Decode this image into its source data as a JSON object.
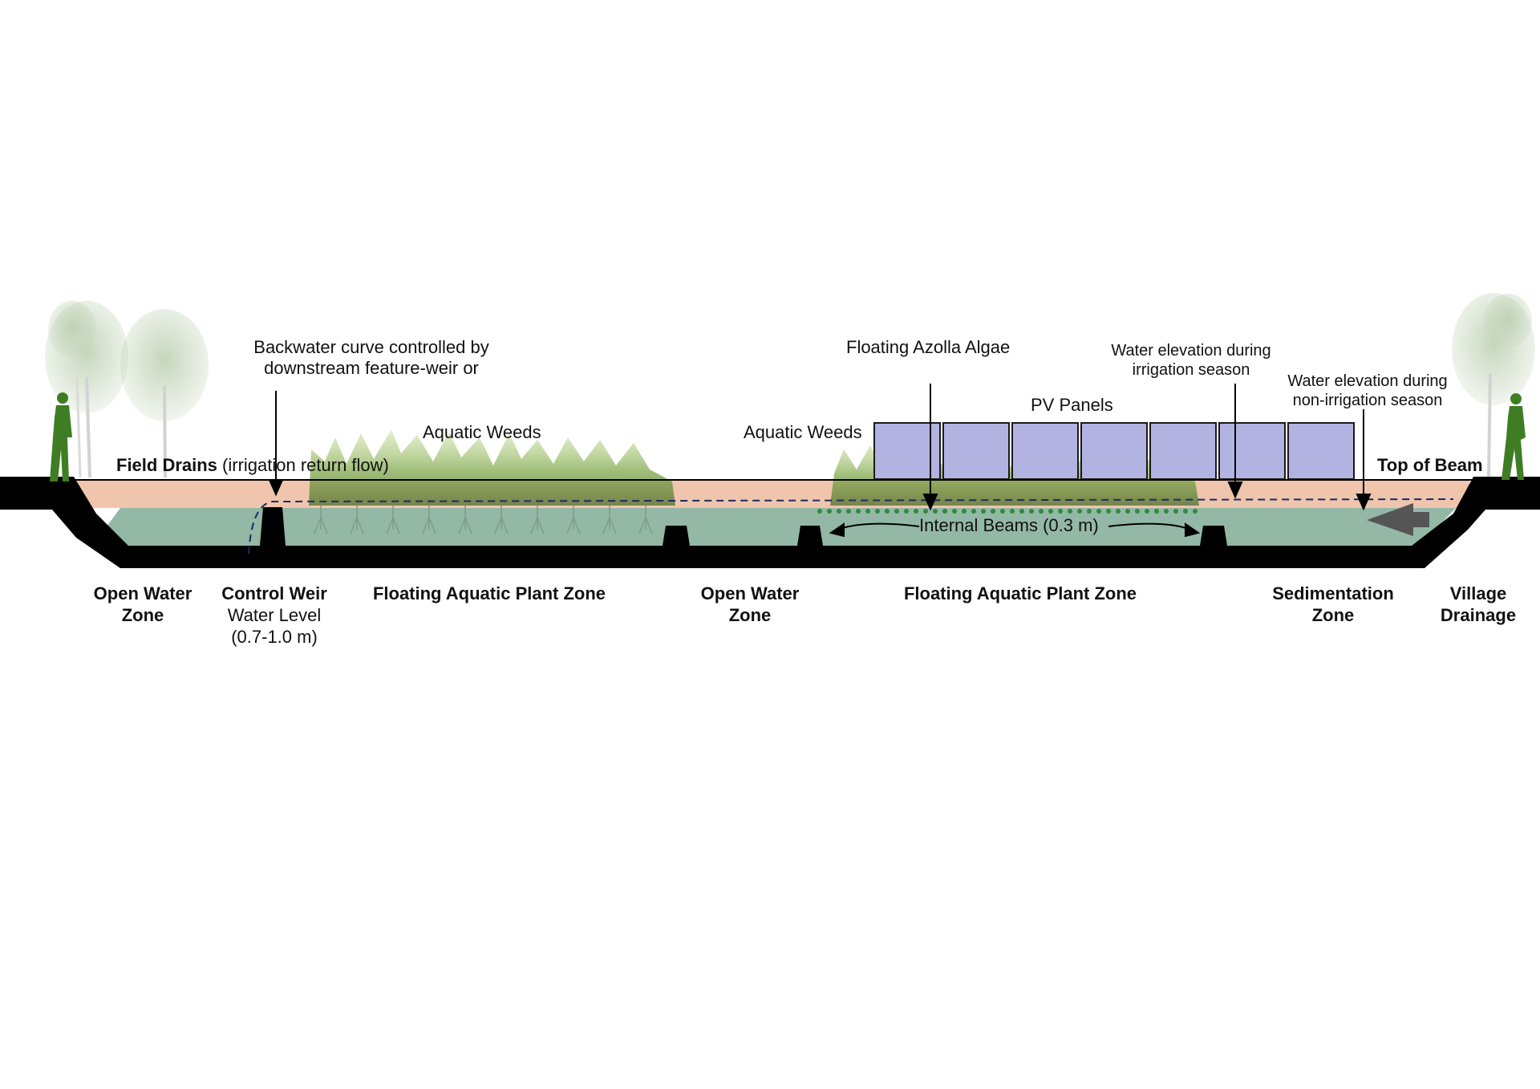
{
  "colors": {
    "ground": "#000000",
    "water": "#93b8a6",
    "irrigation_band": "#efc5ad",
    "pv_panel": "#b3b3e2",
    "vegetation": "#7da84a",
    "figure": "#3f7d24",
    "azolla_dots": "#2f8a3a",
    "dashed_line": "#1d2b63",
    "flow_arrow": "#555555"
  },
  "labels": {
    "backwater_line1": "Backwater curve controlled by",
    "backwater_line2": "downstream feature-weir or",
    "aquatic_weeds_left": "Aquatic Weeds",
    "aquatic_weeds_right": "Aquatic Weeds",
    "field_drains_bold": "Field Drains",
    "field_drains_rest": " (irrigation return flow)",
    "azolla": "Floating Azolla Algae",
    "pv_panels": "PV Panels",
    "irrigation_line1": "Water elevation during",
    "irrigation_line2": "irrigation season",
    "nonirrigation_line1": "Water elevation during",
    "nonirrigation_line2": "non-irrigation season",
    "top_of_beam": "Top of Beam",
    "internal_beams": "Internal Beams (0.3 m)"
  },
  "zones": {
    "open_water_1": {
      "line1": "Open Water",
      "line2": "Zone"
    },
    "control_weir": {
      "line1": "Control Weir",
      "line2": "Water Level",
      "line3": "(0.7-1.0 m)"
    },
    "floating_1": {
      "line1": "Floating Aquatic Plant Zone"
    },
    "open_water_2": {
      "line1": "Open Water",
      "line2": "Zone"
    },
    "floating_2": {
      "line1": "Floating Aquatic Plant Zone"
    },
    "sedimentation": {
      "line1": "Sedimentation",
      "line2": "Zone"
    },
    "village": {
      "line1": "Village",
      "line2": "Drainage"
    }
  }
}
